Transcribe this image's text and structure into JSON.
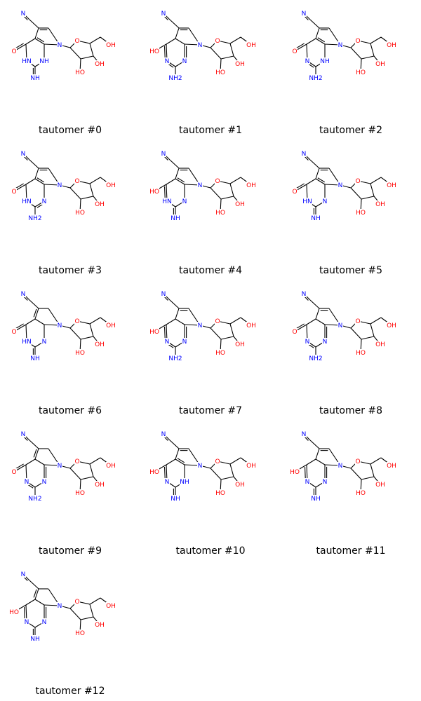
{
  "colors": {
    "bond": "#000000",
    "nitrogen": "#0000ff",
    "oxygen": "#ff0000",
    "caption": "#000000",
    "background": "#ffffff"
  },
  "atom_labels": {
    "nitrile_n": "N",
    "ring_n": "N",
    "ring_nh": "NH",
    "ring_hn": "HN",
    "ring_o": "O",
    "hydroxyl": "OH",
    "ho": "HO",
    "carbonyl_o": "O",
    "amino": "NH2",
    "imino": "NH"
  },
  "molecules": [
    {
      "caption": "tautomer #0",
      "c6": "oxo",
      "n1": "HN",
      "n3": "NH",
      "c2": "imino",
      "five": "aromatic"
    },
    {
      "caption": "tautomer #1",
      "c6": "hydroxy",
      "n1": "N",
      "n3": "N",
      "c2": "amino",
      "five": "aromatic"
    },
    {
      "caption": "tautomer #2",
      "c6": "oxo",
      "n1": "N",
      "n3": "NH",
      "c2": "amino",
      "five": "aromatic"
    },
    {
      "caption": "tautomer #3",
      "c6": "oxo",
      "n1": "HN",
      "n3": "N",
      "c2": "amino",
      "five": "aromatic"
    },
    {
      "caption": "tautomer #4",
      "c6": "hydroxy",
      "n1": "HN",
      "n3": "N",
      "c2": "imino",
      "five": "aromatic"
    },
    {
      "caption": "tautomer #5",
      "c6": "oxo",
      "n1": "HN",
      "n3": "N",
      "c2": "imino",
      "five": "aromatic"
    },
    {
      "caption": "tautomer #6",
      "c6": "oxo",
      "n1": "HN",
      "n3": "N",
      "c2": "imino",
      "five": "ch2"
    },
    {
      "caption": "tautomer #7",
      "c6": "hydroxy",
      "n1": "N",
      "n3": "N",
      "c2": "amino",
      "five": "aromatic"
    },
    {
      "caption": "tautomer #8",
      "c6": "oxo",
      "n1": "N",
      "n3": "N",
      "c2": "amino",
      "five": "aromatic"
    },
    {
      "caption": "tautomer #9",
      "c6": "oxo",
      "n1": "N",
      "n3": "N",
      "c2": "amino",
      "five": "ch2"
    },
    {
      "caption": "tautomer #10",
      "c6": "hydroxy",
      "n1": "N",
      "n3": "NH",
      "c2": "imino",
      "five": "aromatic"
    },
    {
      "caption": "tautomer #11",
      "c6": "hydroxy",
      "n1": "N",
      "n3": "N",
      "c2": "imino",
      "five": "aromatic"
    },
    {
      "caption": "tautomer #12",
      "c6": "hydroxy",
      "n1": "N",
      "n3": "N",
      "c2": "imino",
      "five": "ch2"
    }
  ]
}
